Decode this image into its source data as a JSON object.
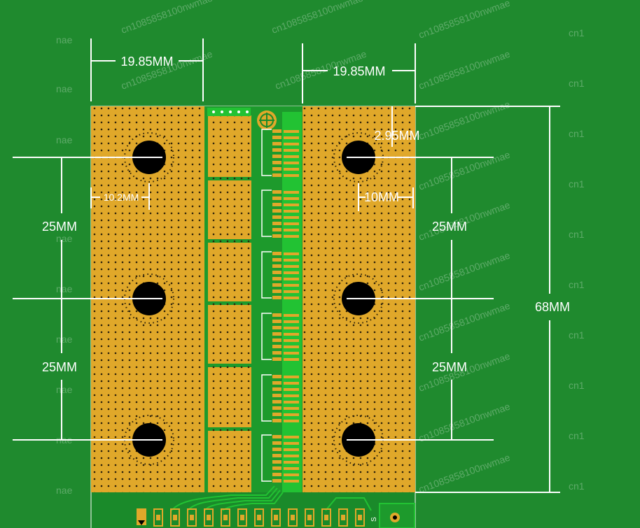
{
  "colors": {
    "board_background": "#1f8a2e",
    "copper_pad": "#e0a82a",
    "trace_green": "#22c233",
    "hole": "#000000",
    "dimension_line": "#ffffff"
  },
  "dimensions": {
    "left_pad_width": "19.85MM",
    "right_pad_width": "19.85MM",
    "small_offset": "2.95MM",
    "left_hole_offset": "10.2MM",
    "right_hole_offset": "10MM",
    "left_spacing_upper": "25MM",
    "left_spacing_lower": "25MM",
    "right_spacing_upper": "25MM",
    "right_spacing_lower": "25MM",
    "total_height": "68MM"
  },
  "board": {
    "connector_label": "S",
    "mounting_holes": [
      "top-left",
      "middle-left",
      "bottom-left",
      "top-right",
      "middle-right",
      "bottom-right"
    ]
  },
  "watermarks": {
    "long": "cn1085858100nwmae",
    "short": "nae",
    "edge": "cn1"
  }
}
